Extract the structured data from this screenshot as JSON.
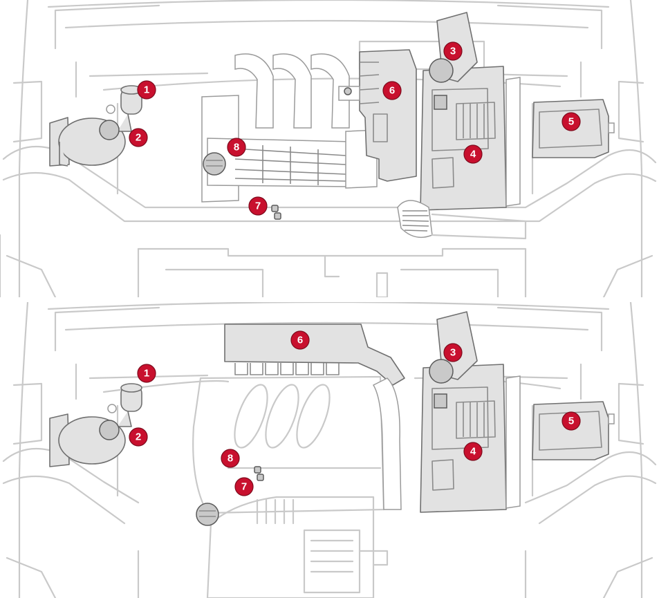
{
  "colors": {
    "badge": "#c8102e",
    "outline": "#c9c9c9",
    "part_fill": "#e2e2e2"
  },
  "top_panel": {
    "labels": {
      "l1": "1",
      "l2": "2",
      "l3": "3",
      "l4": "4",
      "l5": "5",
      "l6": "6",
      "l7": "7",
      "l8": "8"
    }
  },
  "bottom_panel": {
    "labels": {
      "l1": "1",
      "l2": "2",
      "l3": "3",
      "l4": "4",
      "l5": "5",
      "l6": "6",
      "l7": "7",
      "l8": "8"
    }
  }
}
